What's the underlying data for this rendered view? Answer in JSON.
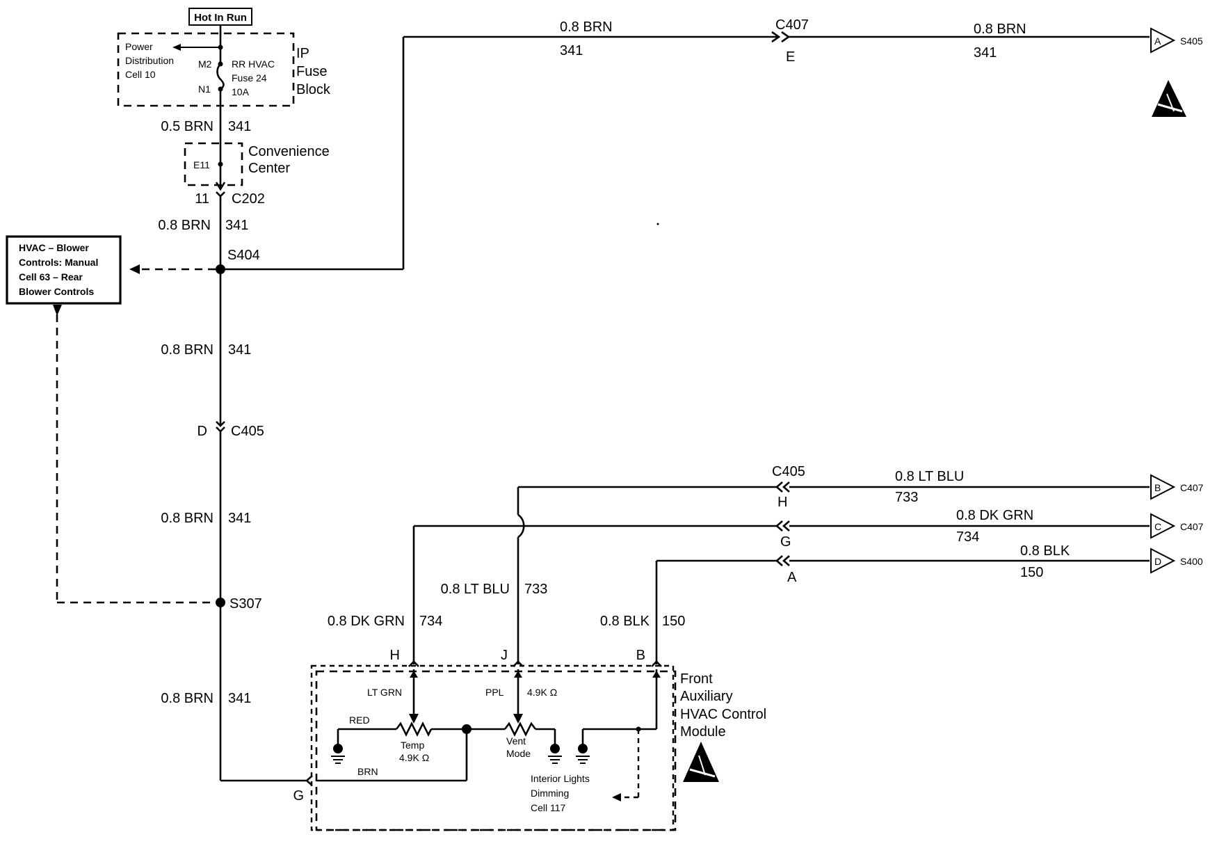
{
  "top": {
    "hot_in_run": "Hot In Run",
    "power_distribution": [
      "Power",
      "Distribution",
      "Cell 10"
    ],
    "pin_m2": "M2",
    "pin_n1": "N1",
    "fuse_label": [
      "RR HVAC",
      "Fuse  24",
      "10A"
    ],
    "fuse_block": [
      "IP",
      "Fuse",
      "Block"
    ]
  },
  "convenience": {
    "lines": [
      "Convenience",
      "Center"
    ],
    "pin_e11": "E11",
    "pin_11": "11",
    "connector": "C202"
  },
  "hvac_box": {
    "lines": [
      "HVAC – Blower",
      "Controls: Manual",
      "Cell 63  – Rear",
      "Blower Controls"
    ]
  },
  "wires": {
    "w1_size": "0.5 BRN",
    "w1_circuit": "341",
    "w2_size": "0.8 BRN",
    "w2_circuit": "341",
    "w3_size": "0.8 BRN",
    "w3_circuit": "341",
    "w4_size": "0.8 BRN",
    "w4_circuit": "341",
    "w5_size": "0.8 BRN",
    "w5_circuit": "341",
    "top_left_size": "0.8 BRN",
    "top_left_circuit": "341",
    "top_right_size": "0.8 BRN",
    "top_right_circuit": "341",
    "ltblu_right_size": "0.8 LT BLU",
    "ltblu_right_circuit": "733",
    "dkgrn_right_size": "0.8 DK GRN",
    "dkgrn_right_circuit": "734",
    "blk_right_size": "0.8 BLK",
    "blk_right_circuit": "150",
    "dkgrn_down_size": "0.8 DK GRN",
    "dkgrn_down_circuit": "734",
    "ltblu_down_size": "0.8 LT BLU",
    "ltblu_down_circuit": "733",
    "blk_down_size": "0.8 BLK",
    "blk_down_circuit": "150"
  },
  "splices": {
    "s404": "S404",
    "s307": "S307"
  },
  "connectors": {
    "c407_top": "C407",
    "c407_top_pin": "E",
    "c405_mid": "C405",
    "c405_mid_pin": "D",
    "c405_right": "C405",
    "pin_h_right": "H",
    "pin_g_right": "G",
    "pin_a_right": "A",
    "pin_h_mod": "H",
    "pin_j_mod": "J",
    "pin_b_mod": "B",
    "pin_g_mod": "G"
  },
  "offpage": [
    {
      "letter": "A",
      "ref": "S405"
    },
    {
      "letter": "B",
      "ref": "C407"
    },
    {
      "letter": "C",
      "ref": "C407"
    },
    {
      "letter": "D",
      "ref": "S400"
    }
  ],
  "module": {
    "title": [
      "Front",
      "Auxiliary",
      "HVAC Control",
      "Module"
    ],
    "lt_grn": "LT GRN",
    "ppl": "PPL",
    "res_ohm": "4.9K Ω",
    "red": "RED",
    "brn": "BRN",
    "temp": [
      "Temp",
      "4.9K Ω"
    ],
    "vent": [
      "Vent",
      "Mode"
    ],
    "dimming": [
      "Interior Lights",
      "Dimming",
      "Cell 117"
    ]
  },
  "icons": {
    "esd_top": "esd-warning-icon",
    "esd_module": "esd-warning-icon"
  }
}
